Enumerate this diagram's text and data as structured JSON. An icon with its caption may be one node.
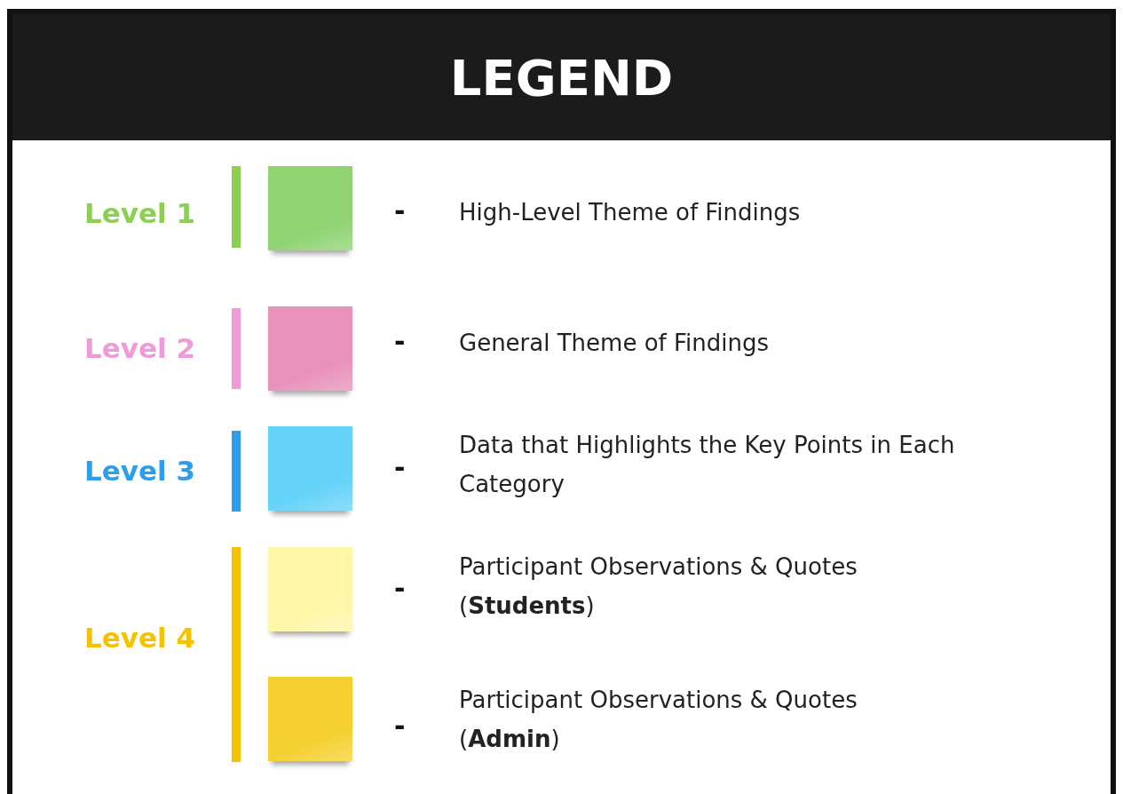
{
  "diagram": {
    "title": "LEGEND",
    "labels": [
      "Level 1",
      "-",
      "Level 2",
      "-",
      "Level 3",
      "-",
      "-",
      "Level 4",
      "-"
    ],
    "legend": [
      {
        "text": "High-Level Theme of Findings",
        "color": "#8fd372"
      },
      {
        "text": "General Theme of Findings",
        "color": "#e891bb"
      },
      {
        "text": "Data that Highlights the Key Points in Each Category",
        "color": "#66d3f8"
      },
      {
        "text": "Participant Observations & Quotes (**Students**)",
        "color": "#fff6a8"
      },
      {
        "text": "Participant Observations & Quotes (**Admin**)",
        "color": "#f4d130"
      }
    ]
  }
}
